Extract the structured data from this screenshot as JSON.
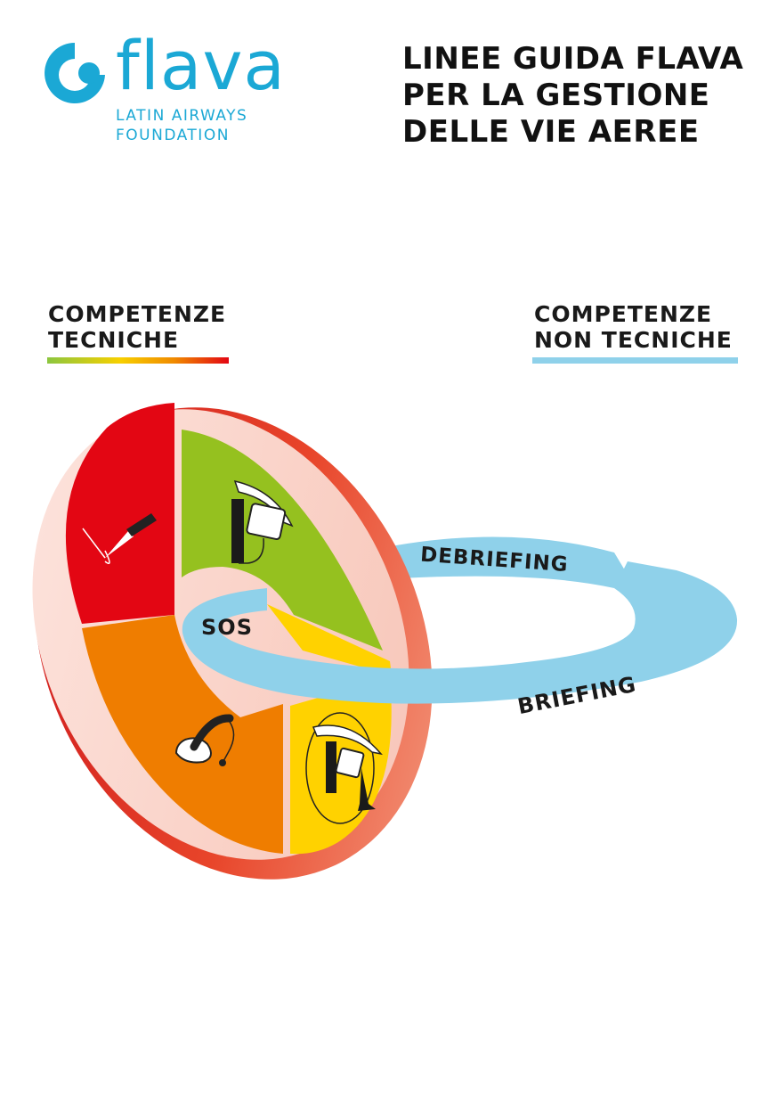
{
  "logo": {
    "wordmark": "flava",
    "subtitle_line1": "LATIN AIRWAYS",
    "subtitle_line2": "FOUNDATION",
    "color": "#1ba8d5"
  },
  "title": {
    "line1": "LINEE GUIDA FLAVA",
    "line2": "PER LA GESTIONE",
    "line3": "DELLE VIE AEREE"
  },
  "technical": {
    "line1": "COMPETENZE",
    "line2": "TECNICHE"
  },
  "nontechnical": {
    "line1": "COMPETENZE",
    "line2": "NON TECNICHE"
  },
  "diagram": {
    "sos_label": "SOS",
    "debriefing_label": "DEBRIEFING",
    "briefing_label": "BRIEFING",
    "colors": {
      "red": "#e30613",
      "green": "#95c11f",
      "orange": "#ef7d00",
      "yellow": "#ffd200",
      "ring": "#8fd1ea"
    },
    "icons": [
      "scalpel-icon",
      "laryngoscope-icon",
      "supraglottic-device-icon",
      "videolaryngoscope-icon"
    ]
  }
}
